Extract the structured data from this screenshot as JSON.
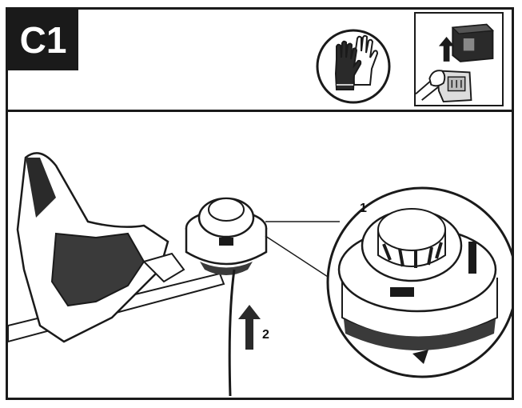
{
  "step": {
    "label": "C1"
  },
  "callouts": [
    {
      "label": "1"
    },
    {
      "label": "2"
    }
  ],
  "icons": {
    "gloves": "wear-gloves-icon",
    "battery": "remove-battery-icon",
    "arrow": "push-up-arrow-icon"
  },
  "colors": {
    "ink": "#1a1a1a",
    "paper": "#ffffff"
  }
}
